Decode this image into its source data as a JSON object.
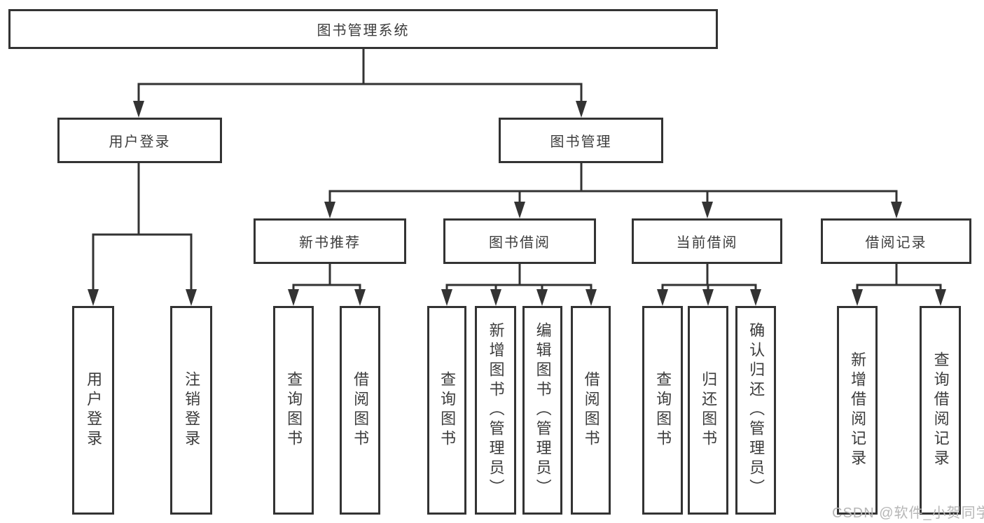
{
  "colors": {
    "line": "#333333",
    "box_border": "#333333",
    "text": "#3c3c3c",
    "watermark": "#b6b6b6",
    "background": "#ffffff"
  },
  "root": {
    "label": "图书管理系统"
  },
  "branches": [
    {
      "label": "用户登录",
      "leaves": [
        "用户登录",
        "注销登录"
      ]
    },
    {
      "label": "图书管理",
      "sections": [
        {
          "label": "新书推荐",
          "leaves": [
            "查询图书",
            "借阅图书"
          ]
        },
        {
          "label": "图书借阅",
          "leaves": [
            "查询图书",
            "新增图书（管理员）",
            "编辑图书（管理员）",
            "借阅图书"
          ]
        },
        {
          "label": "当前借阅",
          "leaves": [
            "查询图书",
            "归还图书",
            "确认归还（管理员）"
          ]
        },
        {
          "label": "借阅记录",
          "leaves": [
            "新增借阅记录",
            "查询借阅记录"
          ]
        }
      ]
    }
  ],
  "watermark": "CSDN @软件_小贺同学"
}
